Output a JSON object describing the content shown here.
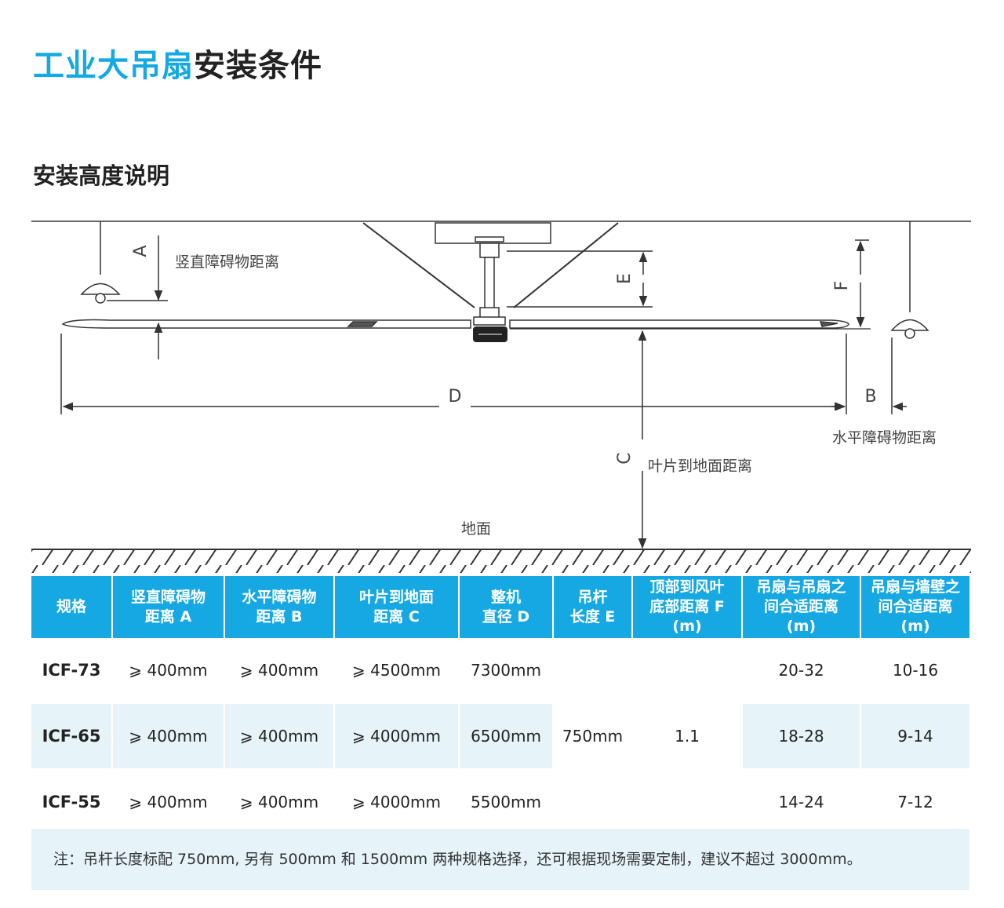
{
  "header": {
    "title_highlight": "工业大吊扇",
    "title_rest": "安装条件",
    "subtitle": "安装高度说明"
  },
  "diagram": {
    "label_A": "A",
    "label_B": "B",
    "label_C": "C",
    "label_D": "D",
    "label_E": "E",
    "label_F": "F",
    "text_vertical": "竖直障碍物距离",
    "text_horizontal": "水平障碍物距离",
    "text_blade_ground": "叶片到地面距离",
    "text_ground": "地面"
  },
  "table": {
    "headers": [
      [
        "规格"
      ],
      [
        "竖直障碍物",
        "距离 A"
      ],
      [
        "水平障碍物",
        "距离 B"
      ],
      [
        "叶片到地面",
        "距离 C"
      ],
      [
        "整机",
        "直径 D"
      ],
      [
        "吊杆",
        "长度 E"
      ],
      [
        "顶部到风叶",
        "底部距离 F",
        "(m)"
      ],
      [
        "吊扇与吊扇之",
        "间合适距离",
        "(m)"
      ],
      [
        "吊扇与墙壁之",
        "间合适距离",
        "(m)"
      ]
    ],
    "rows": [
      {
        "model": "ICF-73",
        "a": "⩾ 400mm",
        "b": "⩾ 400mm",
        "c": "⩾ 4500mm",
        "d": "7300mm",
        "fan_fan": "20-32",
        "fan_wall": "10-16"
      },
      {
        "model": "ICF-65",
        "a": "⩾ 400mm",
        "b": "⩾ 400mm",
        "c": "⩾ 4000mm",
        "d": "6500mm",
        "fan_fan": "18-28",
        "fan_wall": "9-14"
      },
      {
        "model": "ICF-55",
        "a": "⩾ 400mm",
        "b": "⩾ 400mm",
        "c": "⩾ 4000mm",
        "d": "5500mm",
        "fan_fan": "14-24",
        "fan_wall": "7-12"
      }
    ],
    "merged_e": "750mm",
    "merged_f": "1.1"
  },
  "note": "注：吊杆长度标配 750mm, 另有 500mm 和 1500mm 两种规格选择，还可根据现场需要定制，建议不超过 3000mm。",
  "colors": {
    "accent": "#16a8e2",
    "row_tint": "#e6f4fa",
    "text": "#222222"
  }
}
